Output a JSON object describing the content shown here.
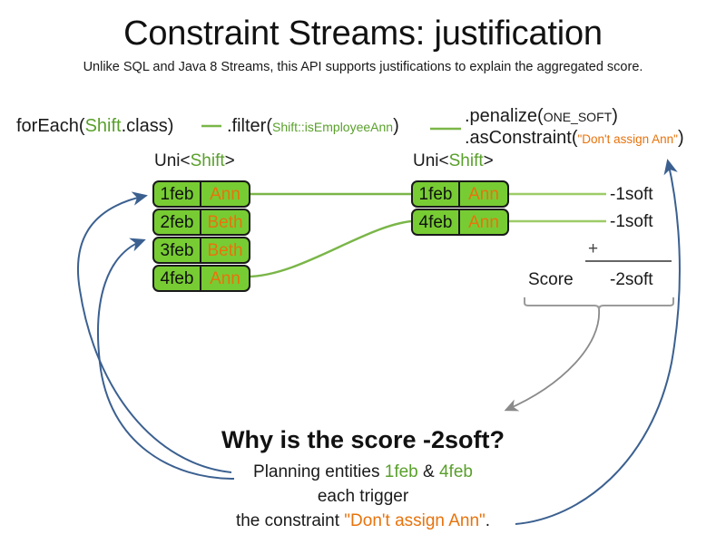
{
  "slide": {
    "title": "Constraint Streams: justification",
    "subtitle": "Unlike SQL and Java 8 Streams, this API supports justifications to explain the aggregated score."
  },
  "colors": {
    "chip_green": "#77cc33",
    "type_green": "#5aa02c",
    "string_orange": "#e8730c",
    "arrow_blue": "#3b6090",
    "brace_gray": "#999999",
    "text_black": "#1a1a1a"
  },
  "pipeline": {
    "foreach": {
      "prefix": "forEach(",
      "type": "Shift",
      "suffix": ".class)"
    },
    "filter": {
      "prefix": ".filter(",
      "method_ref": "Shift::isEmployeeAnn",
      "suffix": ")"
    },
    "penalize": {
      "prefix": ".penalize(",
      "constant": "ONE_SOFT",
      "suffix": ")"
    },
    "as_constraint": {
      "prefix": ".asConstraint(",
      "constraint_name": "\"Don't assign Ann\"",
      "suffix": ")"
    }
  },
  "streams": {
    "left": {
      "header_prefix": "Uni<",
      "header_type": "Shift",
      "header_suffix": ">",
      "rows": [
        {
          "date": "1feb",
          "employee": "Ann"
        },
        {
          "date": "2feb",
          "employee": "Beth"
        },
        {
          "date": "3feb",
          "employee": "Beth"
        },
        {
          "date": "4feb",
          "employee": "Ann"
        }
      ]
    },
    "right": {
      "header_prefix": "Uni<",
      "header_type": "Shift",
      "header_suffix": ">",
      "rows": [
        {
          "date": "1feb",
          "employee": "Ann"
        },
        {
          "date": "4feb",
          "employee": "Ann"
        }
      ]
    }
  },
  "score": {
    "penalties": [
      "-1soft",
      "-1soft"
    ],
    "operator": "+",
    "label": "Score",
    "total": "-2soft"
  },
  "explanation": {
    "heading": "Why is the score -2soft?",
    "line1_prefix": "Planning entities ",
    "line1_date_a": "1feb",
    "line1_joiner": " & ",
    "line1_date_b": "4feb",
    "line2": "each trigger",
    "line3_prefix": "the constraint ",
    "line3_constraint": "\"Don't assign Ann\"",
    "line3_suffix": "."
  }
}
